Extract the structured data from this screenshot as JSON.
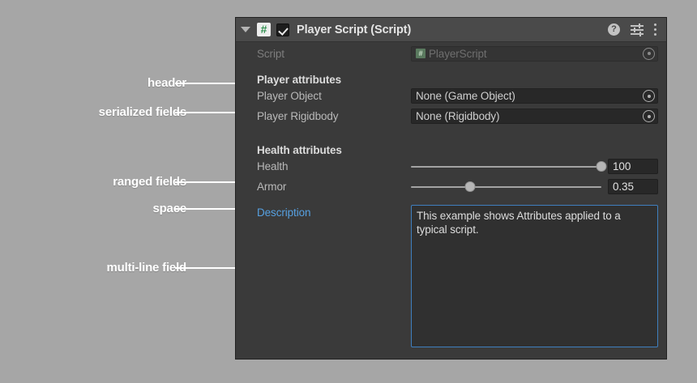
{
  "background_color": "#a6a6a6",
  "panel": {
    "background_color": "#3a3a3a",
    "header": {
      "title": "Player Script (Script)",
      "script_icon_glyph": "#",
      "enabled_checked": true,
      "foldout_expanded": true,
      "icons": [
        {
          "name": "help-icon",
          "glyph": "?"
        },
        {
          "name": "preset-icon",
          "glyph": "sliders"
        },
        {
          "name": "context-menu-icon",
          "glyph": "kebab"
        }
      ]
    },
    "script_row": {
      "label": "Script",
      "value": "PlayerScript",
      "disabled": true
    },
    "sections": [
      {
        "header": "Player attributes",
        "fields": [
          {
            "type": "object",
            "label": "Player Object",
            "value": "None (Game Object)"
          },
          {
            "type": "object",
            "label": "Player Rigidbody",
            "value": "None (Rigidbody)"
          }
        ]
      },
      {
        "header": "Health attributes",
        "fields": [
          {
            "type": "slider",
            "label": "Health",
            "value": "100",
            "percent": 100
          },
          {
            "type": "slider",
            "label": "Armor",
            "value": "0.35",
            "percent": 31
          }
        ]
      }
    ],
    "description": {
      "label": "Description",
      "label_color": "#56a0e0",
      "border_color": "#3f7fbf",
      "text": "This example shows Attributes applied to a typical script."
    }
  },
  "annotations": [
    {
      "label": "header",
      "target": "player-attributes-header"
    },
    {
      "label": "serialized fields",
      "target": "player-object-fields"
    },
    {
      "label": "ranged fields",
      "target": "health-slider-fields"
    },
    {
      "label": "space",
      "target": "description-spacing"
    },
    {
      "label": "multi-line field",
      "target": "description-textarea"
    }
  ]
}
